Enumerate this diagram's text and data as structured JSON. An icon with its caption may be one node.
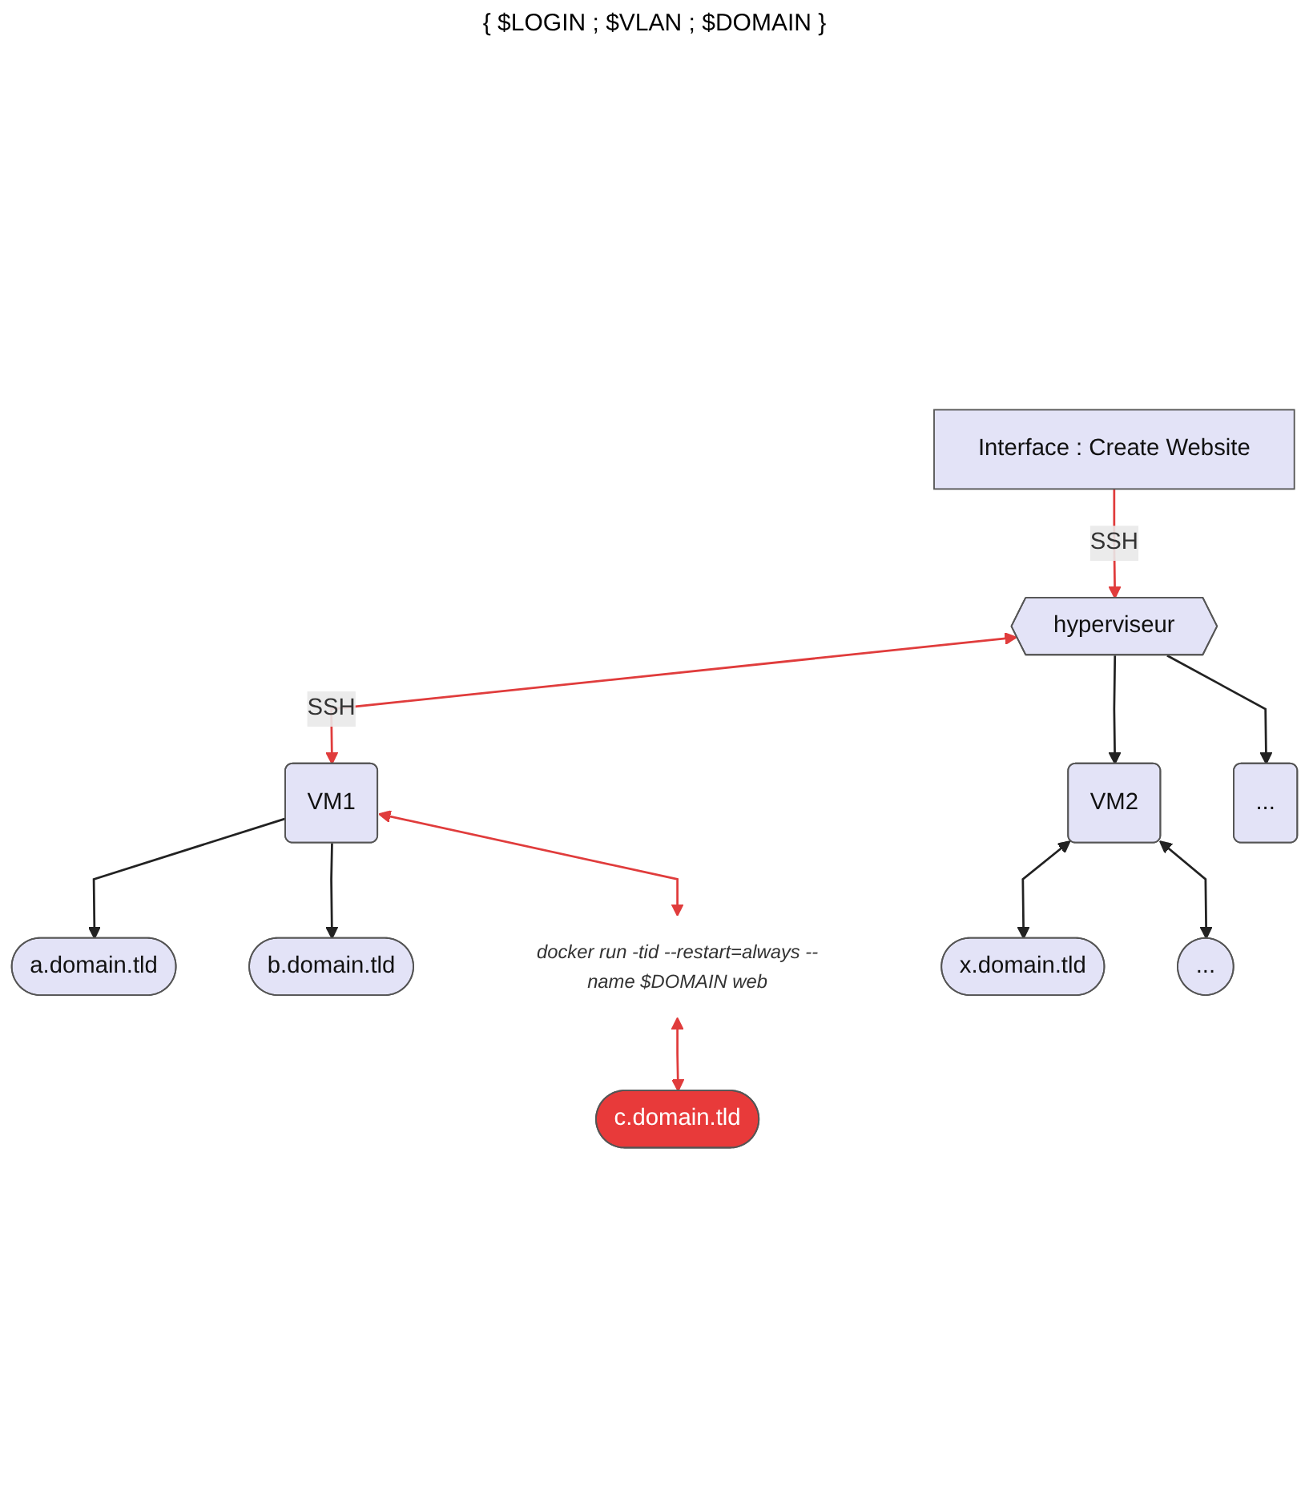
{
  "diagram": {
    "nodes": [
      {
        "text": [
          "Interface : Create Website"
        ]
      },
      {
        "text": [
          "hyperviseur"
        ]
      },
      {
        "text": [
          "VM1"
        ]
      },
      {
        "text": [
          "VM2"
        ]
      },
      {
        "text": [
          "..."
        ]
      },
      {
        "text": [
          "a.domain.tld"
        ]
      },
      {
        "text": [
          "x.domain.tld"
        ]
      },
      {
        "text": [
          "b.domain.tld"
        ]
      },
      {
        "text": [
          "..."
        ]
      },
      {
        "text": [
          "docker run -tid --restart=always --name $DOMAIN web"
        ]
      },
      {
        "text": [
          "c.domain.tld"
        ]
      }
    ],
    "edges": [
      {
        "from": 0,
        "to": 1,
        "arrow": "to",
        "label": "SSH",
        "color": "#e03c3c"
      },
      {
        "from": 1,
        "to": 2,
        "arrow": "both",
        "label": "SSH",
        "color": "#e03c3c"
      },
      {
        "from": 1,
        "to": 3,
        "arrow": "to"
      },
      {
        "from": 1,
        "to": 4,
        "arrow": "to"
      },
      {
        "from": 2,
        "to": 5,
        "arrow": "to"
      },
      {
        "from": 2,
        "to": 7,
        "arrow": "to"
      },
      {
        "from": 3,
        "to": 6,
        "arrow": "both"
      },
      {
        "from": 3,
        "to": 8,
        "arrow": "both"
      },
      {
        "from": 2,
        "to": 9,
        "arrow": "both",
        "color": "#e03c3c"
      },
      {
        "from": 9,
        "to": 10,
        "arrow": "both",
        "color": "#e03c3c"
      }
    ],
    "labels": [
      "{ $LOGIN ; $VLAN ; $DOMAIN }"
    ]
  }
}
